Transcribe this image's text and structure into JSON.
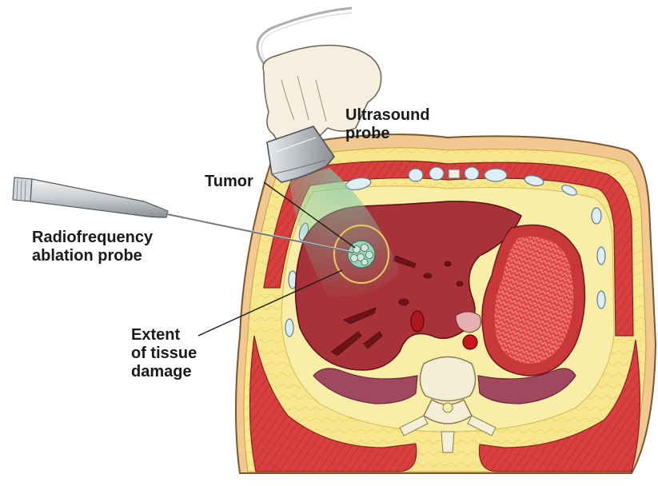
{
  "labels": {
    "ultrasound_probe": [
      "Ultrasound",
      "probe"
    ],
    "tumor": "Tumor",
    "rf_probe": [
      "Radiofrequency",
      "ablation probe"
    ],
    "tissue_damage": [
      "Extent",
      "of tissue",
      "damage"
    ]
  },
  "colors": {
    "skin": "#f0c890",
    "fat": "#f7e890",
    "muscle": "#d84040",
    "liver": "#a8323a",
    "stomach_wall": "#c8383a",
    "stomach_inner": "#e04848",
    "lung": "#a14860",
    "bone": "#f5efd8",
    "probe_metal": "#b8bcc0",
    "beam": "#7fc7a8",
    "tumor": "#9ad0b8",
    "leader_line": "#1a1a1a"
  },
  "icons": [
    "hand-icon",
    "ultrasound-probe-icon",
    "rf-probe-icon",
    "tumor-icon",
    "vertebra-icon"
  ]
}
